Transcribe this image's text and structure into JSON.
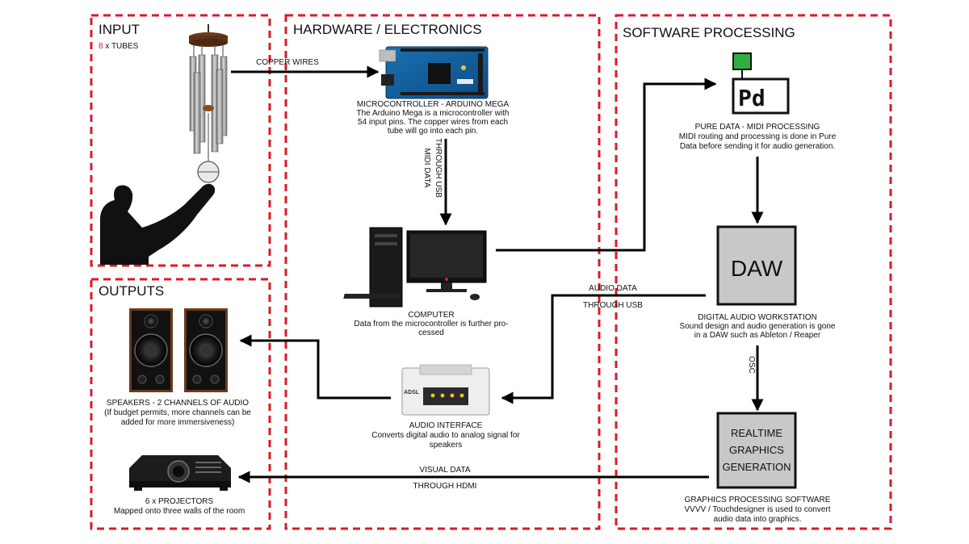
{
  "sections": {
    "input": "INPUT",
    "input_count": "8",
    "input_unit": " x TUBES",
    "hardware": "HARDWARE / ELECTRONICS",
    "software": "SOFTWARE PROCESSING",
    "outputs": "OUTPUTS"
  },
  "flows": {
    "copper": "COPPER WIRES",
    "midi_1": "MIDI DATA",
    "midi_2": "THROUGH USB",
    "audio_1": "AUDIO DATA",
    "audio_2": "THROUGH USB",
    "osc": "OSC",
    "visual_1": "VISUAL DATA",
    "visual_2": "THROUGH HDMI"
  },
  "nodes": {
    "arduino": {
      "title": "MICROCONTROLLER - ARDUINO MEGA",
      "desc": [
        "The Arduino Mega is a microcontroller with",
        "54 input pins. The copper wires from each",
        "tube will go into each pin."
      ]
    },
    "pd": {
      "logo": "Pd",
      "title": "PURE DATA - MIDI PROCESSING",
      "desc": [
        "MIDI routing and processing is done in Pure",
        "Data before sending it for audio generation."
      ]
    },
    "computer": {
      "title": "COMPUTER",
      "desc": [
        "Data from the microcontroller is further pro-",
        "cessed"
      ]
    },
    "daw": {
      "box": "DAW",
      "title": "DIGITAL AUDIO WORKSTATION",
      "desc": [
        "Sound design and audio generation is gone",
        "in a DAW such as Ableton / Reaper"
      ]
    },
    "speakers": {
      "title": "SPEAKERS - 2 CHANNELS OF AUDIO",
      "desc": [
        "(If budget permits, more channels can be",
        "added for more immersiveness)"
      ]
    },
    "interface": {
      "device": "ADSL",
      "title": "AUDIO INTERFACE",
      "desc": [
        "Converts digital audio to analog signal for",
        "speakers"
      ]
    },
    "graphics": {
      "box": [
        "REALTIME",
        "GRAPHICS",
        "GENERATION"
      ],
      "title": "GRAPHICS PROCESSING SOFTWARE",
      "desc": [
        "VVVV / Touchdesigner is used to convert",
        "audio data into graphics."
      ]
    },
    "projectors": {
      "title": "6 x PROJECTORS",
      "desc": [
        "Mapped onto three walls of the room"
      ]
    }
  },
  "colors": {
    "dash": "#d81b2a",
    "accent_red": "#d81b2a",
    "box_fill": "#c8c8c8",
    "pd_green": "#2fae3f"
  }
}
